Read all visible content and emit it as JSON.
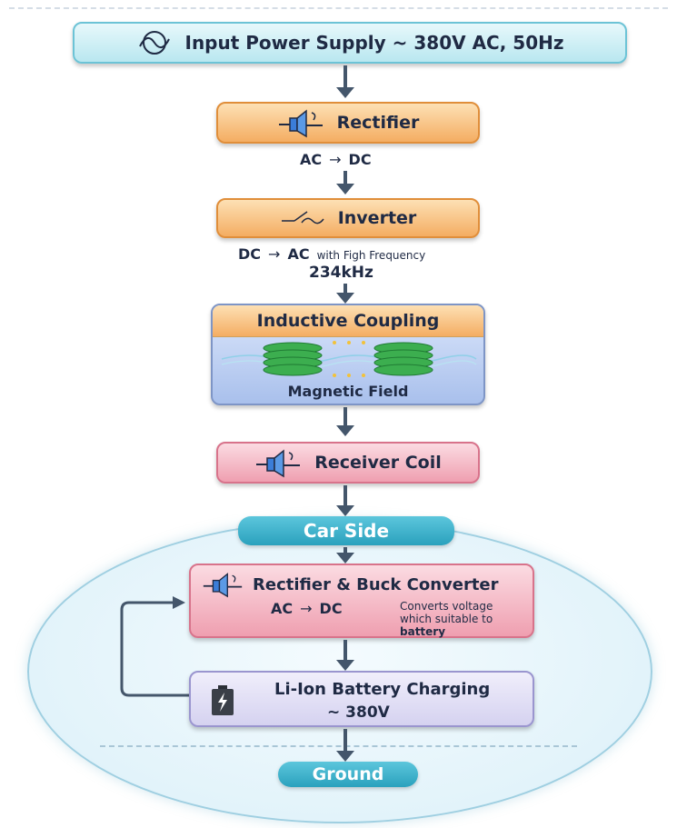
{
  "input_supply": {
    "label": "Input Power Supply ~ 380V AC, 50Hz",
    "icon": "ac-wave-icon"
  },
  "rectifier": {
    "label": "Rectifier",
    "icon": "speaker-icon",
    "conversion": {
      "from": "AC",
      "to": "DC"
    }
  },
  "inverter": {
    "label": "Inverter",
    "icon": "switch-icon",
    "conversion": {
      "from": "DC",
      "to": "AC"
    },
    "note": "with Figh Frequency",
    "frequency": "234kHz"
  },
  "coupling": {
    "title": "Inductive Coupling",
    "field_label": "Magnetic Field",
    "icon": "coil-icon"
  },
  "receiver_coil": {
    "label": "Receiver Coil",
    "icon": "speaker-icon"
  },
  "car_side": {
    "label": "Car Side"
  },
  "buck_converter": {
    "label": "Rectifier & Buck Converter",
    "icon": "speaker-icon",
    "conversion": {
      "from": "AC",
      "to": "DC"
    },
    "note_line1": "Converts voltage",
    "note_line2": "which suitable to",
    "note_line3": "battery"
  },
  "battery": {
    "label": "Li-Ion Battery Charging",
    "voltage": "~ 380V",
    "icon": "battery-bolt-icon"
  },
  "ground": {
    "label": "Ground"
  },
  "colors": {
    "cyan": "#b9e7f0",
    "orange": "#f4ad62",
    "pink": "#ef9fb0",
    "lavender": "#d5d2f0",
    "arrow": "#44566b",
    "pill": "#2aa1bd"
  }
}
